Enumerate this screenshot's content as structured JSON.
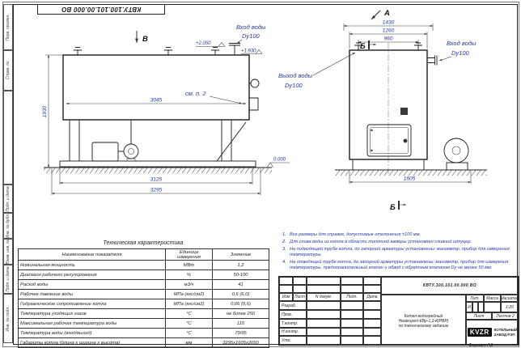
{
  "colors": {
    "annotation_blue": "#2439A6",
    "line_black": "#1C1C1C"
  },
  "sheet": {
    "top_stamp": "КВТУ.100.101.00.000 ВО",
    "format_label": "Формат А3",
    "margin_cells": [
      "Перв. примен.",
      "Справ. №",
      "",
      "Подп. и дата",
      "Инв. № дубл.",
      "Взам. инв. №",
      "Подп. и дата",
      "Инв. № подл."
    ]
  },
  "side_view": {
    "view_label": "В",
    "note_ref": "см. п. 2",
    "inlet_label": "Вход воды",
    "inlet_dn": "Dy100",
    "level_top": "+2.050",
    "level_mid": "+1.930",
    "level_zero": "0.000",
    "dim_body": "3045",
    "dim_frame": "3125",
    "dim_total": "3295",
    "dim_height": "1930"
  },
  "front_view": {
    "view_label": "А",
    "section_top": "Б",
    "section_bottom": "Б",
    "dim_w1": "1430",
    "dim_w2": "1260",
    "dim_w3": "960",
    "dim_base": "1605",
    "inlet_label": "Вход воды",
    "inlet_dn": "Dy100",
    "outlet_label": "Выход воды",
    "outlet_dn": "Dy100"
  },
  "notes": {
    "items": [
      {
        "n": "1.",
        "text": "Все размеры для справок, допустимые отклонения ±100 мм."
      },
      {
        "n": "2.",
        "text": "Для слива воды из котла в области топочной камеры установлен сливной штуцер."
      },
      {
        "n": "3.",
        "text": "На подводящей трубе котла, до запорной арматуры установлены: манометр, прибор для измерения температуры."
      },
      {
        "n": "4.",
        "text": "На отводящей трубе котла, до запорной арматуры установлены: манометр, прибор для измерения температуры, предохранительный клапан и обвод с обратным клапаном Dy не менее 50 мм."
      }
    ]
  },
  "tech_table": {
    "title": "Техническая характеристика",
    "headers": [
      "Наименование показателя",
      "Единица измерения",
      "Значение"
    ],
    "rows": [
      [
        "Номинальная мощность",
        "МВт",
        "1,2"
      ],
      [
        "Диапазон рабочего регулирования",
        "%",
        "50-100"
      ],
      [
        "Расход воды",
        "м3/ч",
        "41"
      ],
      [
        "Рабочее давление воды",
        "МПа (кгс/см2)",
        "0,6 (6,0)"
      ],
      [
        "Гидравлическое сопротивление котла",
        "МПа (кгс/см2)",
        "0,06 (0,6)"
      ],
      [
        "Температура уходящих газов",
        "°С",
        "не более 250"
      ],
      [
        "Максимальная рабочая температура воды",
        "°С",
        "115"
      ],
      [
        "Температура воды (вход/выход)",
        "°С",
        "70/95"
      ],
      [
        "Габариты котла (длина х ширина х высота)",
        "мм",
        "3295х1605х2050"
      ]
    ]
  },
  "title_block": {
    "doc_number": "КВТУ.100.101.00.000 ВО",
    "cols": [
      "Изм",
      "Лист",
      "N докум.",
      "Подп.",
      "Дата"
    ],
    "sig_rows": [
      "Разраб.",
      "Пров.",
      "Т.контр.",
      "Н.контр.",
      "Утв."
    ],
    "name_line1": "Котел водогрейный",
    "name_line2": "Heatexpert-КВр-1,2-К(РВР)",
    "name_line3": "по техническому заданию",
    "lit_label": "Лит.",
    "mass_label": "Масса",
    "scale_label": "Масштаб",
    "lit_value": "И",
    "scale_value": "1:20",
    "sheet_label": "Лист",
    "sheets_label": "Листов",
    "sheets_value": "2",
    "logo_text": "KVZR",
    "company_line1": "КОТЕЛЬНЫЙ",
    "company_line2": "ЗАВОД РЭП"
  }
}
